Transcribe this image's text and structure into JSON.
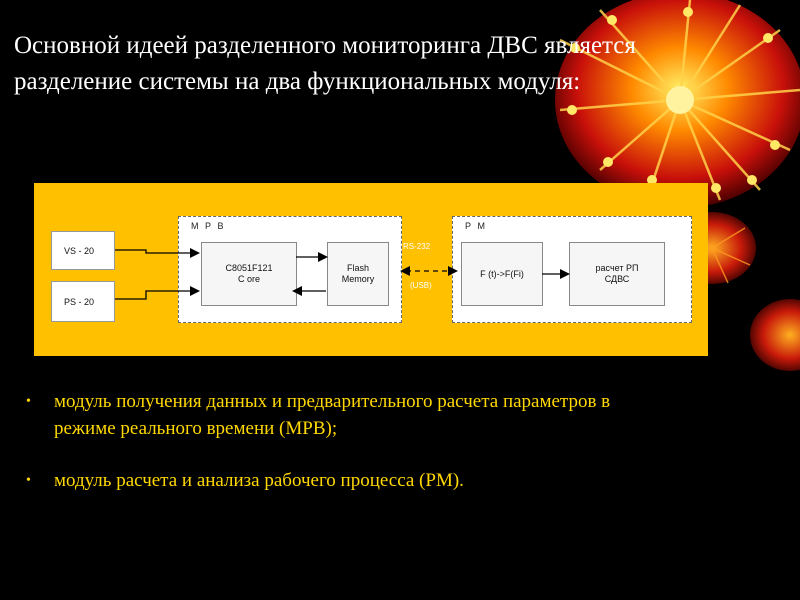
{
  "title": {
    "line1": "Основной идеей разделенного мониторинга ДВС является",
    "line2": "разделение системы на два функциональных модуля:"
  },
  "diagram": {
    "sensors": [
      "VS - 20",
      "PS - 20"
    ],
    "mpb": {
      "label": "М Р В",
      "core_line1": "С8051F121",
      "core_line2": "C ore",
      "flash_line1": "Flash",
      "flash_line2": "Memory"
    },
    "link": {
      "top": "RS-232",
      "bottom": "(USB)"
    },
    "pm": {
      "label": "Р М",
      "func": "F (t)->F(Fi)",
      "calc_line1": "расчет РП",
      "calc_line2": "СДВС"
    }
  },
  "bullets": {
    "item1_line1": "модуль получения данных и предварительного расчета параметров в",
    "item1_line2": "режиме реального времени (МРВ);",
    "item2": "модуль расчета и анализа рабочего процесса (РМ)."
  },
  "colors": {
    "background": "#000000",
    "diagram": "#FFC000",
    "bullet_text": "#FFD800",
    "title": "#FFFFFF"
  }
}
